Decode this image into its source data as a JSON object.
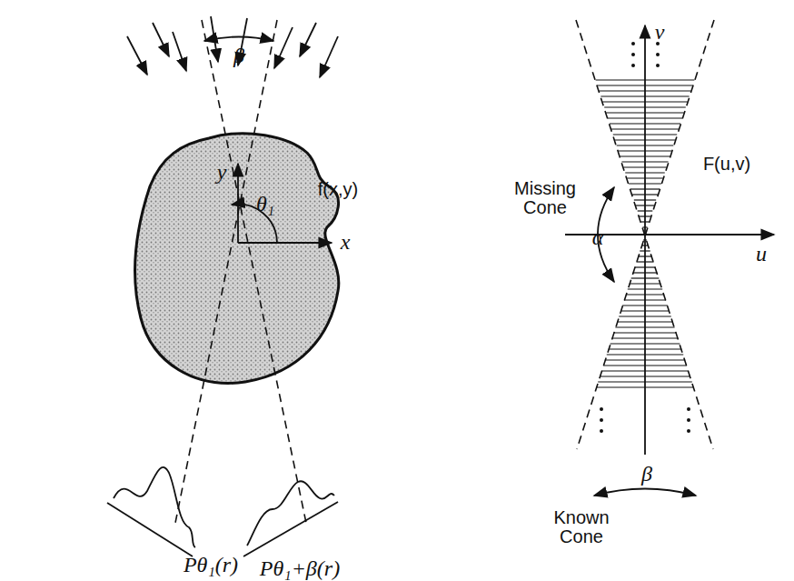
{
  "diagram": {
    "labels": [
      "β",
      "y",
      "θ₁",
      "x",
      "f(x,y)",
      "Pθ₁(r)",
      "Pθ₁+β(r)",
      "v",
      "u",
      "F(u,v)",
      "Missing Cone",
      "α",
      "Known Cone",
      "β"
    ]
  }
}
